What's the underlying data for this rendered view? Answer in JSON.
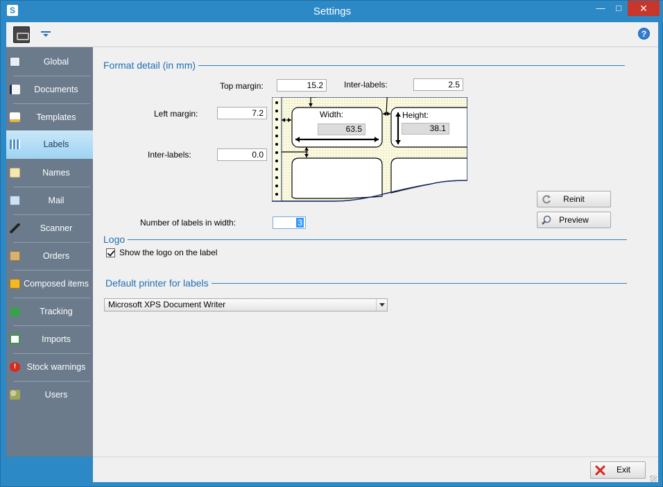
{
  "window": {
    "title": "Settings",
    "app_icon": "S",
    "help_glyph": "?"
  },
  "sidebar": {
    "items": [
      {
        "label": "Global",
        "icon": "global-icon",
        "color": "#ffffff"
      },
      {
        "label": "Documents",
        "icon": "documents-icon",
        "color": "#1a2a5a"
      },
      {
        "label": "Templates",
        "icon": "templates-icon",
        "color": "#f0b030"
      },
      {
        "label": "Labels",
        "icon": "labels-icon",
        "color": "#4d8ed0",
        "active": true
      },
      {
        "label": "Names",
        "icon": "names-icon",
        "color": "#f5e7b0"
      },
      {
        "label": "Mail",
        "icon": "mail-icon",
        "color": "#cfe2f5"
      },
      {
        "label": "Scanner",
        "icon": "scanner-icon",
        "color": "#222222"
      },
      {
        "label": "Orders",
        "icon": "orders-icon",
        "color": "#d8b070"
      },
      {
        "label": "Composed items",
        "icon": "composed-items-icon",
        "color": "#f2b825"
      },
      {
        "label": "Tracking",
        "icon": "tracking-icon",
        "color": "#3aa04a"
      },
      {
        "label": "Imports",
        "icon": "imports-icon",
        "color": "#3a9a48"
      },
      {
        "label": "Stock warnings",
        "icon": "stock-warnings-icon",
        "color": "#d72a1e"
      },
      {
        "label": "Users",
        "icon": "users-icon",
        "color": "#9aa85a"
      }
    ]
  },
  "format": {
    "title": "Format detail (in mm)",
    "top_margin_label": "Top margin:",
    "top_margin": "15.2",
    "inter_labels_h_label": "Inter-labels:",
    "inter_labels_h": "2.5",
    "left_margin_label": "Left margin:",
    "left_margin": "7.2",
    "inter_labels_v_label": "Inter-labels:",
    "inter_labels_v": "0.0",
    "width_label": "Width:",
    "width": "63.5",
    "height_label": "Height:",
    "height": "38.1",
    "count_label": "Number of labels in width:",
    "count": "3",
    "reinit_label": "Reinit",
    "preview_label": "Preview"
  },
  "logo": {
    "title": "Logo",
    "checkbox_label": "Show the logo on the label",
    "checked": true
  },
  "printer": {
    "title": "Default printer for labels",
    "selected": "Microsoft XPS Document Writer"
  },
  "footer": {
    "exit_label": "Exit"
  }
}
